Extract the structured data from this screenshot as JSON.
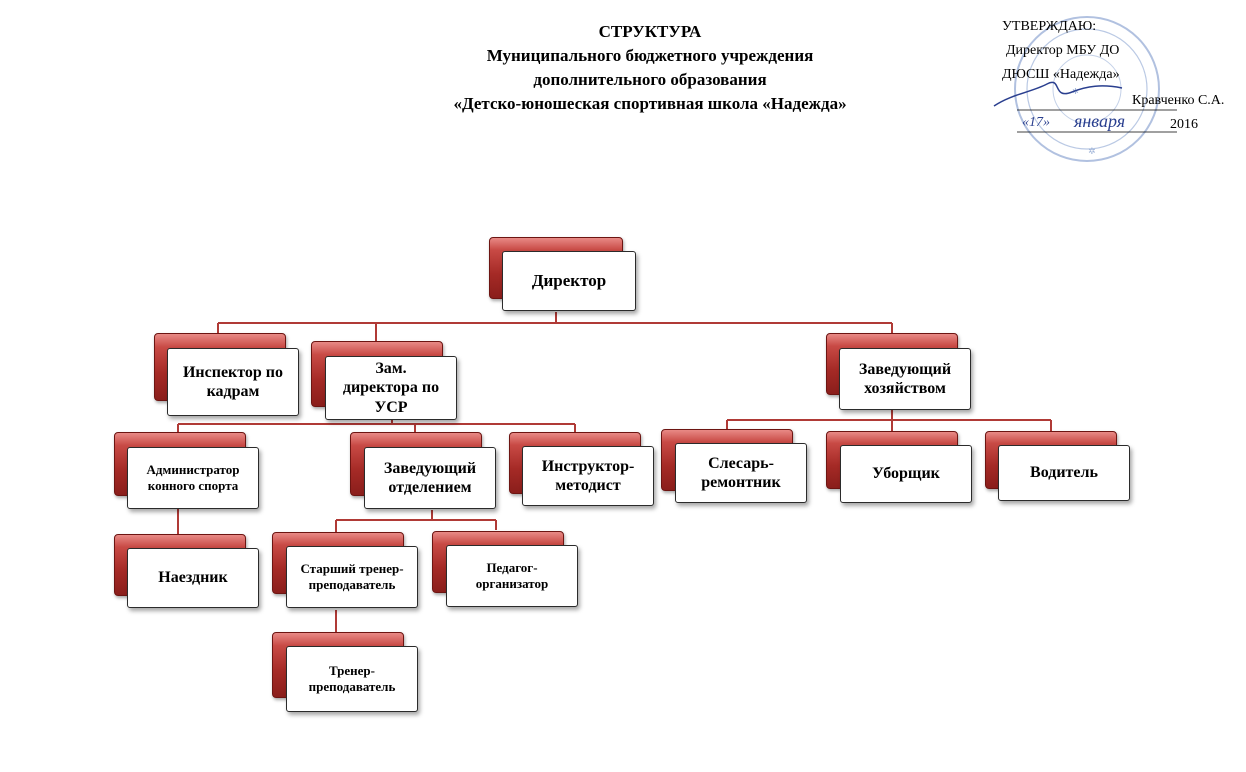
{
  "title": {
    "line1": "СТРУКТУРА",
    "line2": "Муниципального бюджетного учреждения",
    "line3": "дополнительного образования",
    "line4": "«Детско-юношеская спортивная школа «Надежда»"
  },
  "approval": {
    "line1": "УТВЕРЖДАЮ:",
    "line2": "Директор МБУ ДО",
    "line3": "ДЮСШ «Надежда»",
    "line4": "Кравченко С.А.",
    "line5_day": "«17»",
    "line5_month": "января",
    "line5_year": "2016"
  },
  "colors": {
    "connector": "#b03a36",
    "box_back": "#a52a26",
    "box_front": "#ffffff"
  },
  "nodes": {
    "director": "Директор",
    "hr_inspector": "Инспектор по кадрам",
    "deputy_director": "Зам. директора по УСР",
    "household_head": "Заведующий хозяйством",
    "stable_admin": "Администратор конного спорта",
    "department_head": "Заведующий отделением",
    "instructor_methodist": "Инструктор-методист",
    "locksmith": "Слесарь-ремонтник",
    "cleaner": "Уборщик",
    "driver": "Водитель",
    "rider": "Наездник",
    "senior_coach": "Старший тренер-преподаватель",
    "organizer_teacher": "Педагог-организатор",
    "coach": "Тренер-преподаватель"
  }
}
